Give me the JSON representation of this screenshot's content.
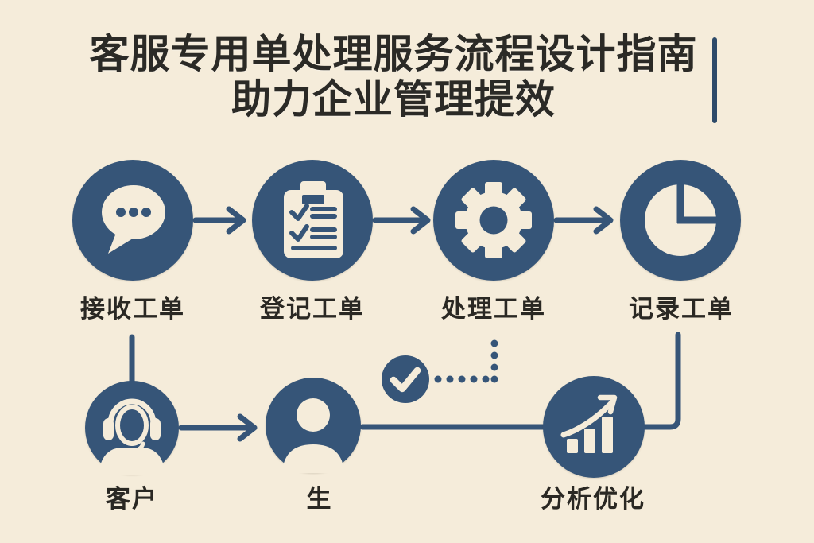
{
  "title": {
    "line1": "客服专用单处理服务流程设计指南",
    "line2": "助力企业管理提效"
  },
  "flow": {
    "steps": [
      {
        "label": "接收工单",
        "icon": "chat-bubble-icon"
      },
      {
        "label": "登记工单",
        "icon": "clipboard-checklist-icon"
      },
      {
        "label": "处理工单",
        "icon": "gear-icon"
      },
      {
        "label": "记录工单",
        "icon": "pie-chart-icon"
      }
    ],
    "bottom": [
      {
        "label": "客户",
        "icon": "headset-agent-icon"
      },
      {
        "label": "生",
        "icon": "person-icon"
      },
      {
        "label": "分析优化",
        "icon": "growth-chart-icon"
      }
    ],
    "badge": {
      "icon": "checkmark-icon"
    }
  },
  "colors": {
    "background": "#f5ecda",
    "primary_blue": "#365578",
    "accent_bar": "#2d4a69",
    "title_text": "#2b2a26",
    "label_text": "#2a2823"
  }
}
